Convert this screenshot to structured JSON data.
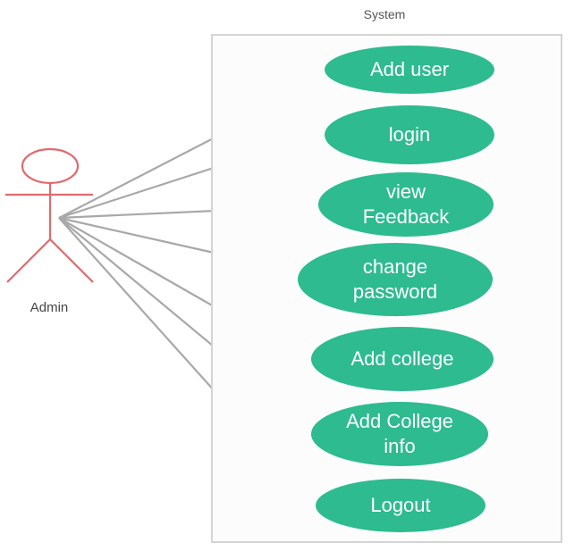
{
  "colors": {
    "usecase_fill": "#2dbb8f",
    "actor_stroke": "#e06a6e",
    "arrow_stroke": "#a8a8a8",
    "boundary_stroke": "#d4d4d4"
  },
  "system": {
    "title": "System"
  },
  "actor": {
    "label": "Admin",
    "icon": "stick-figure-icon"
  },
  "use_cases": [
    {
      "label": "Add user"
    },
    {
      "label": "login"
    },
    {
      "label": "view\nFeedback"
    },
    {
      "label": "change\npassword"
    },
    {
      "label": "Add college"
    },
    {
      "label": "Add College\ninfo"
    },
    {
      "label": "Logout"
    }
  ]
}
